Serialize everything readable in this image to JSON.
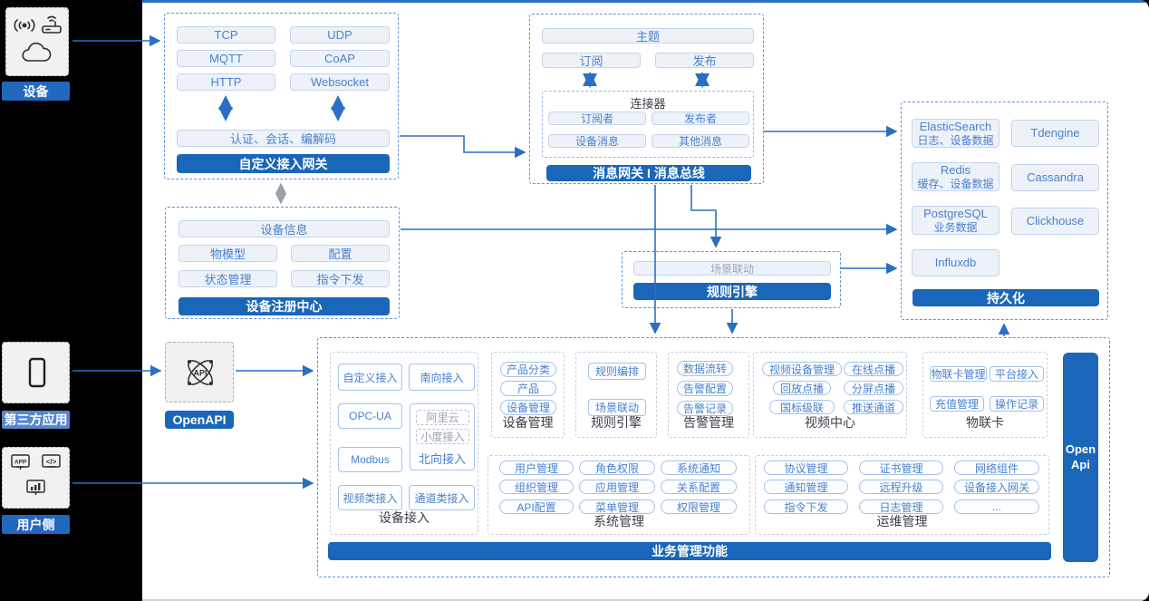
{
  "left_rail": {
    "device": {
      "label": "设备"
    },
    "thirdparty": {
      "label": "第三方应用"
    },
    "user": {
      "label": "用户侧"
    }
  },
  "gateway": {
    "protocols": [
      "TCP",
      "UDP",
      "MQTT",
      "CoAP",
      "HTTP",
      "Websocket"
    ],
    "auth": "认证、会话、编解码",
    "title": "自定义接入网关"
  },
  "registry": {
    "info": "设备信息",
    "items": [
      "物模型",
      "配置",
      "状态管理",
      "指令下发"
    ],
    "title": "设备注册中心"
  },
  "message": {
    "topic": "主题",
    "subscribe": "订阅",
    "publish": "发布",
    "connector": {
      "title": "连接器",
      "items": [
        "订阅者",
        "发布者",
        "设备消息",
        "其他消息"
      ]
    },
    "title": "消息网关 I 消息总线"
  },
  "persistence": {
    "stores": [
      {
        "name": "ElasticSearch",
        "desc": "日志、设备数据"
      },
      {
        "name": "Tdengine",
        "desc": ""
      },
      {
        "name": "Redis",
        "desc": "缓存、设备数据"
      },
      {
        "name": "Cassandra",
        "desc": ""
      },
      {
        "name": "PostgreSQL",
        "desc": "业务数据"
      },
      {
        "name": "Clickhouse",
        "desc": ""
      },
      {
        "name": "Influxdb",
        "desc": ""
      }
    ],
    "title": "持久化"
  },
  "rule": {
    "scene": "场景联动",
    "title": "规则引擎"
  },
  "openapi": {
    "label": "OpenAPI"
  },
  "biz": {
    "title": "业务管理功能",
    "open_api": {
      "line1": "Open",
      "line2": "Api"
    },
    "device_access": {
      "label": "设备接入",
      "items": [
        "自定义接入",
        "南向接入",
        "OPC-UA",
        "Modbus",
        "视频类接入",
        "通道类接入"
      ],
      "north": {
        "cloud1": "阿里云",
        "cloud2": "小度接入",
        "label": "北向接入"
      }
    },
    "device_mgmt": {
      "label": "设备管理",
      "items": [
        "产品分类",
        "产品",
        "设备管理"
      ]
    },
    "rule_engine": {
      "label": "规则引擎",
      "items": [
        "规则编排",
        "场景联动"
      ]
    },
    "alarm": {
      "label": "告警管理",
      "items": [
        "数据流转",
        "告警配置",
        "告警记录"
      ]
    },
    "video": {
      "label": "视频中心",
      "items": [
        "视频设备管理",
        "在线点播",
        "回放点播",
        "分屏点播",
        "国标级联",
        "推送通道"
      ]
    },
    "iot_card": {
      "label": "物联卡",
      "items": [
        "物联卡管理",
        "平台接入",
        "充值管理",
        "操作记录"
      ]
    },
    "system": {
      "label": "系统管理",
      "items": [
        "用户管理",
        "角色权限",
        "系统通知",
        "组织管理",
        "应用管理",
        "关系配置",
        "API配置",
        "菜单管理",
        "权限管理"
      ]
    },
    "ops": {
      "label": "运维管理",
      "items": [
        "协议管理",
        "证书管理",
        "网络组件",
        "通知管理",
        "远程升级",
        "设备接入网关",
        "指令下发",
        "日志管理",
        "..."
      ]
    }
  },
  "colors": {
    "primary": "#1A66B8",
    "line": "#2B6FC4"
  }
}
